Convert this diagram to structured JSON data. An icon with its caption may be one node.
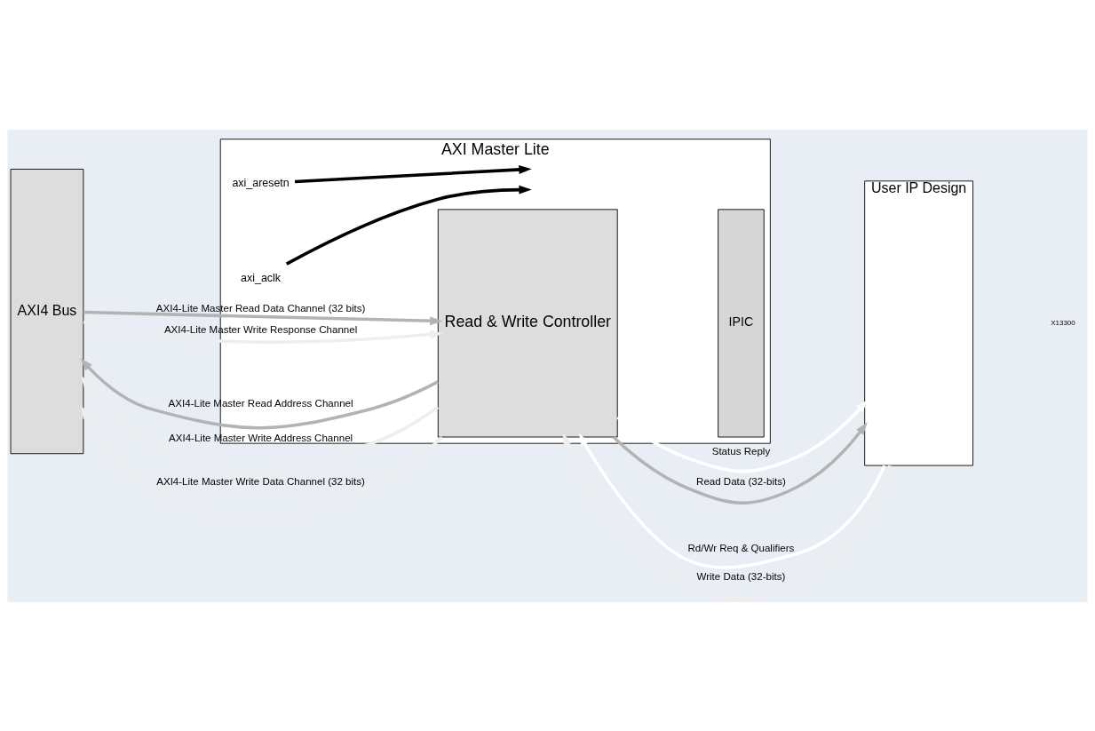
{
  "diagram": {
    "nodes": [
      {
        "text": [
          "AXI4 Bus"
        ]
      },
      {
        "text": [
          "AXI Master Lite"
        ]
      },
      {
        "text": [
          "axi_aclk"
        ],
        "in": 1
      },
      {
        "text": [
          "axi_aresetn"
        ],
        "in": 1
      },
      {
        "text": [
          "Read & Write Controller"
        ],
        "in": 1
      },
      {
        "text": [
          "IPIC"
        ],
        "in": 1
      },
      {
        "text": [
          "User IP Design"
        ]
      }
    ],
    "edges": [
      {
        "from": 2,
        "to": null,
        "arrow": "to",
        "color": "#000000"
      },
      {
        "from": 3,
        "to": null,
        "arrow": "to",
        "color": "#000000"
      },
      {
        "from": 4,
        "to": 0,
        "arrow": "to",
        "label": "AXI4-Lite Master Read Address Channel",
        "color": "#b3b3b3"
      },
      {
        "from": 0,
        "to": 4,
        "arrow": "to",
        "label": "AXI4-Lite Master Read Data Channel (32 bits)",
        "color": "#b3b3b3"
      },
      {
        "from": 4,
        "to": 0,
        "arrow": "to",
        "label": "AXI4-Lite Master Write Address Channel"
      },
      {
        "from": 4,
        "to": 0,
        "arrow": "to",
        "label": "AXI4-Lite Master Write Data Channel (32 bits)"
      },
      {
        "from": 0,
        "to": 4,
        "arrow": "to",
        "label": "AXI4-Lite Master Write Response Channel"
      },
      {
        "from": 6,
        "to": 4,
        "arrow": "to",
        "label": "Rd/Wr Req & Qualifiers",
        "color": "#ffffff"
      },
      {
        "from": 4,
        "to": 6,
        "arrow": "to",
        "label": "Status Reply",
        "color": "#ffffff"
      },
      {
        "from": 4,
        "to": 6,
        "arrow": "to",
        "label": "Read Data (32-bits)",
        "color": "#b3b3b3"
      },
      {
        "from": 6,
        "to": 4,
        "arrow": "to",
        "label": "Write Data (32-bits)"
      }
    ],
    "labels": [
      "X13300"
    ]
  }
}
